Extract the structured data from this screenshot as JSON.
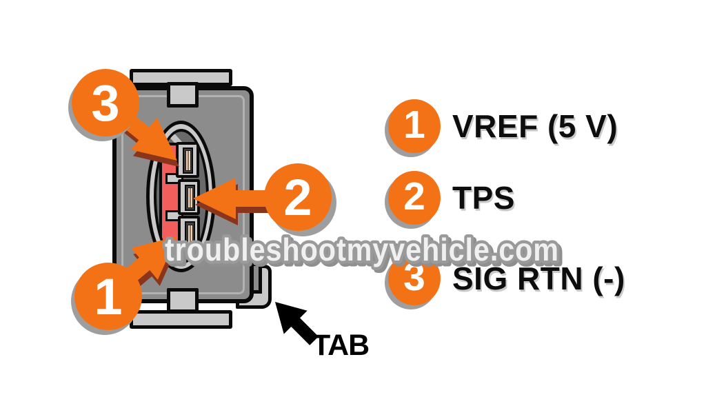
{
  "diagram": {
    "type": "connector-pinout",
    "connector": {
      "description": "3-pin TPS connector front view",
      "tab_label": "TAB",
      "pin_markers": [
        {
          "number": "1",
          "points_to": "bottom-pin"
        },
        {
          "number": "2",
          "points_to": "middle-pin"
        },
        {
          "number": "3",
          "points_to": "top-pin"
        }
      ]
    },
    "legend": {
      "items": [
        {
          "number": "1",
          "label": "VREF (5 V)"
        },
        {
          "number": "2",
          "label": "TPS"
        },
        {
          "number": "3",
          "label": "SIG RTN (-)"
        }
      ]
    },
    "watermark": {
      "text": "troubleshootmyvehicle.com"
    }
  },
  "colors": {
    "marker_orange": "#f47216",
    "marker_shadow_gray": "#9e9e9e",
    "arrow_shadow_maroon": "#8a341c",
    "connector_body_gray": "#8c8c8c",
    "connector_light_gray": "#c9c9c9",
    "oval_interior_gray": "#696969",
    "seal_red": "#f25e5c",
    "pin_blade_tan": "#f0d5bc",
    "outline_black": "#0a0a0a",
    "watermark_fill": "#ffffff",
    "watermark_stroke": "#9a9a9a",
    "background": "#ffffff"
  }
}
